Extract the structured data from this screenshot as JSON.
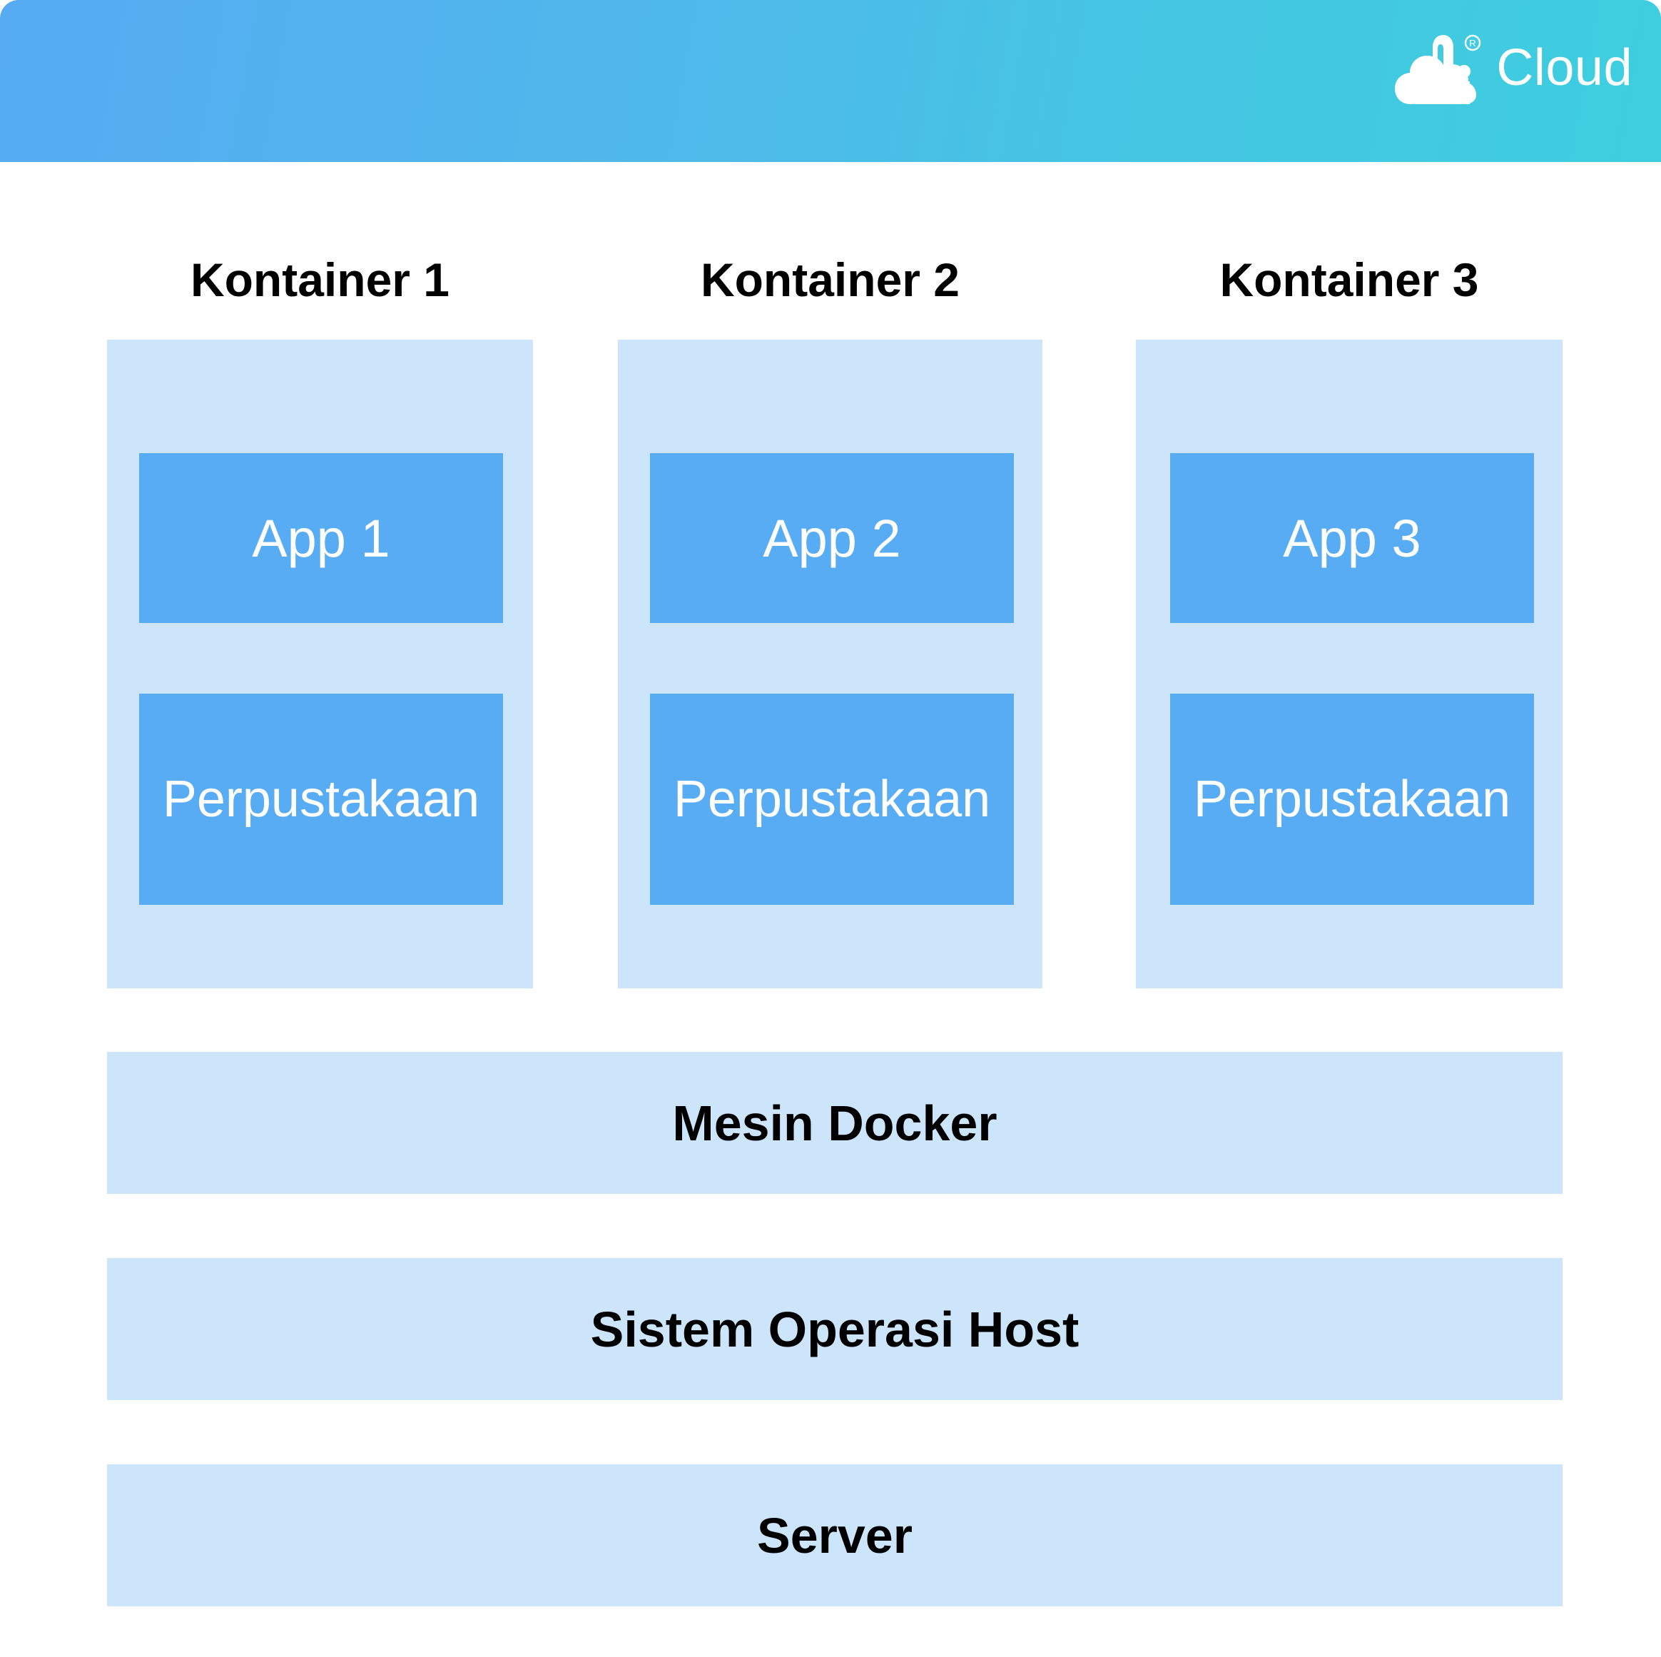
{
  "header": {
    "brand_name": "Cloud",
    "brand_mark_icon": "cloud-hi-logo-icon",
    "trademark_symbol": "®",
    "gradient_from": "#56ABF2",
    "gradient_to": "#3ECEDF"
  },
  "diagram": {
    "type": "layered-architecture",
    "title_row": [
      "Kontainer 1",
      "Kontainer 2",
      "Kontainer 3"
    ],
    "container_fill": "#CCE5FB",
    "block_fill": "#57ACF4",
    "block_text_color": "#FFFFFF",
    "bar_text_color": "#000000",
    "containers": [
      {
        "label": "Kontainer 1",
        "blocks": [
          {
            "label": "App 1",
            "role": "application"
          },
          {
            "label": "Perpustakaan",
            "role": "library"
          }
        ]
      },
      {
        "label": "Kontainer 2",
        "blocks": [
          {
            "label": "App 2",
            "role": "application"
          },
          {
            "label": "Perpustakaan",
            "role": "library"
          }
        ]
      },
      {
        "label": "Kontainer 3",
        "blocks": [
          {
            "label": "App 3",
            "role": "application"
          },
          {
            "label": "Perpustakaan",
            "role": "library"
          }
        ]
      }
    ],
    "stack_layers": [
      {
        "label": "Mesin Docker"
      },
      {
        "label": "Sistem Operasi Host"
      },
      {
        "label": "Server"
      }
    ]
  }
}
